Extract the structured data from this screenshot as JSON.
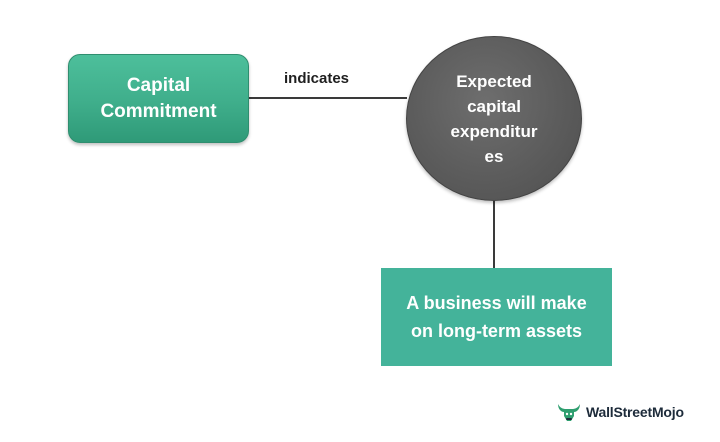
{
  "diagram": {
    "nodes": {
      "capital_commitment": {
        "lines": [
          "Capital",
          "Commitment"
        ],
        "color": "#44b39a"
      },
      "expected_capex": {
        "lines": [
          "Expected",
          "capital",
          "expenditur",
          "es"
        ],
        "color": "#5c5c5c"
      },
      "business": {
        "lines": [
          "A business will make",
          "on long-term assets"
        ],
        "color": "#44b39a"
      }
    },
    "edges": {
      "commitment_to_capex": {
        "label": "indicates"
      }
    }
  },
  "branding": {
    "logo_text": "WallStreetMojo",
    "logo_color": "#2e9e6f"
  }
}
